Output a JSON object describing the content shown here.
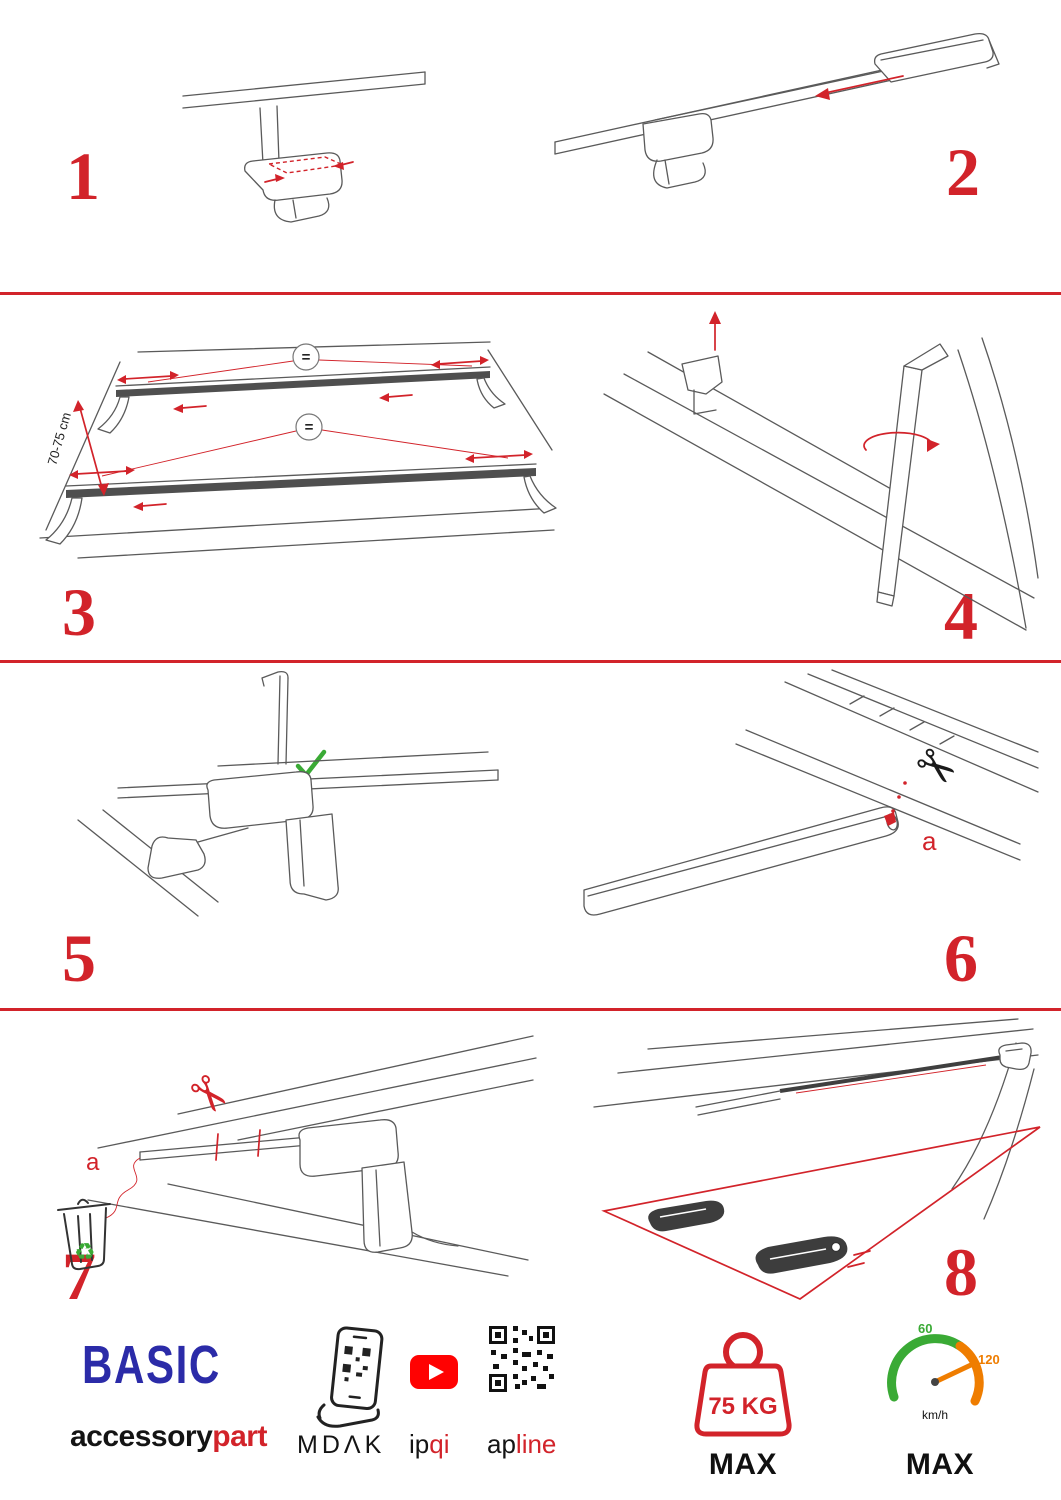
{
  "accent": "#d2232a",
  "steps": [
    {
      "number": "1"
    },
    {
      "number": "2"
    },
    {
      "number": "3"
    },
    {
      "number": "4"
    },
    {
      "number": "5"
    },
    {
      "number": "6"
    },
    {
      "number": "7"
    },
    {
      "number": "8"
    }
  ],
  "step3": {
    "dimension_label": "70-75 cm",
    "equal_symbol": "="
  },
  "step6": {
    "cut_label": "a"
  },
  "step7": {
    "cut_label": "a"
  },
  "icons": {
    "scissors": "✂",
    "recycle": "♻"
  },
  "footer": {
    "brand": "BASIC",
    "brand_sub_black": "accessory",
    "brand_sub_red": "part",
    "app_label": "MDɅK",
    "video_label_black": "ip",
    "video_label_red": "qi",
    "qr_label_black": "ap",
    "qr_label_red": "line",
    "weight_value": "75 KG",
    "weight_max_label": "MAX",
    "speed_low": "60",
    "speed_high": "120",
    "speed_unit": "km/h",
    "speed_max_label": "MAX"
  }
}
